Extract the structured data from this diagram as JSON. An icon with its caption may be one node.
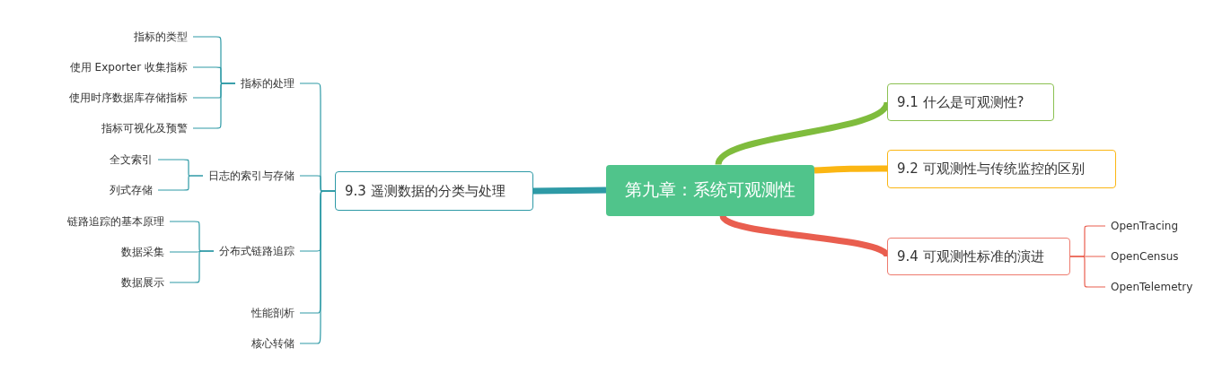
{
  "diagram": {
    "nodes": [
      {
        "text": [
          "第九章：系统可观测性"
        ]
      },
      {
        "text": [
          "9.1 什么是可观测性?"
        ]
      },
      {
        "text": [
          "9.2 可观测性与传统监控的区别"
        ]
      },
      {
        "text": [
          "9.3 遥测数据的分类与处理"
        ]
      },
      {
        "text": [
          "9.4 可观测性标准的演进"
        ]
      },
      {
        "text": [
          "OpenTracing"
        ]
      },
      {
        "text": [
          "OpenCensus"
        ]
      },
      {
        "text": [
          "OpenTelemetry"
        ]
      },
      {
        "text": [
          "指标的处理"
        ]
      },
      {
        "text": [
          "指标的类型"
        ]
      },
      {
        "text": [
          "使用 Exporter 收集指标"
        ]
      },
      {
        "text": [
          "使用时序数据库存储指标"
        ]
      },
      {
        "text": [
          "指标可视化及预警"
        ]
      },
      {
        "text": [
          "日志的索引与存储"
        ]
      },
      {
        "text": [
          "全文索引"
        ]
      },
      {
        "text": [
          "列式存储"
        ]
      },
      {
        "text": [
          "分布式链路追踪"
        ]
      },
      {
        "text": [
          "链路追踪的基本原理"
        ]
      },
      {
        "text": [
          "数据采集"
        ]
      },
      {
        "text": [
          "数据展示"
        ]
      },
      {
        "text": [
          "性能剖析"
        ]
      },
      {
        "text": [
          "核心转储"
        ]
      }
    ],
    "edges": [
      {
        "from": 0,
        "to": 1,
        "arrow": "none",
        "style": "thick",
        "color": "#7fbc3d"
      },
      {
        "from": 0,
        "to": 2,
        "arrow": "none",
        "style": "thick",
        "color": "#fbb613"
      },
      {
        "from": 0,
        "to": 3,
        "arrow": "none",
        "style": "thick"
      },
      {
        "from": 0,
        "to": 4,
        "arrow": "none",
        "style": "thick",
        "color": "#e95e4f"
      },
      {
        "from": 4,
        "to": 5,
        "arrow": "none",
        "color": "#e95e4f"
      },
      {
        "from": 4,
        "to": 6,
        "arrow": "none",
        "color": "#e95e4f"
      },
      {
        "from": 4,
        "to": 7,
        "arrow": "none",
        "color": "#e95e4f"
      },
      {
        "from": 3,
        "to": 8,
        "arrow": "none"
      },
      {
        "from": 8,
        "to": 9,
        "arrow": "none"
      },
      {
        "from": 8,
        "to": 10,
        "arrow": "none"
      },
      {
        "from": 8,
        "to": 11,
        "arrow": "none"
      },
      {
        "from": 8,
        "to": 12,
        "arrow": "none"
      },
      {
        "from": 3,
        "to": 13,
        "arrow": "none"
      },
      {
        "from": 13,
        "to": 14,
        "arrow": "none"
      },
      {
        "from": 13,
        "to": 15,
        "arrow": "none"
      },
      {
        "from": 3,
        "to": 16,
        "arrow": "none"
      },
      {
        "from": 16,
        "to": 17,
        "arrow": "none"
      },
      {
        "from": 16,
        "to": 18,
        "arrow": "none"
      },
      {
        "from": 16,
        "to": 19,
        "arrow": "none"
      },
      {
        "from": 3,
        "to": 20,
        "arrow": "none"
      },
      {
        "from": 3,
        "to": 21,
        "arrow": "none"
      }
    ]
  }
}
